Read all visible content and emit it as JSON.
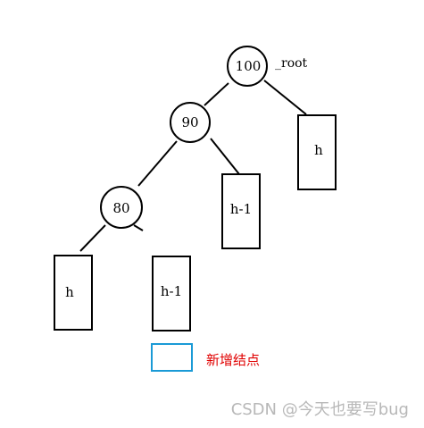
{
  "nodes": {
    "root": {
      "value": "100",
      "label": "_root"
    },
    "left": {
      "value": "90"
    },
    "left_left": {
      "value": "80"
    }
  },
  "subtrees": {
    "root_right": "h",
    "n90_right": "h-1",
    "n80_left": "h",
    "n80_right": "h-1"
  },
  "legend": {
    "new_node_label": "新增结点",
    "new_node_color": "#1a9ad6",
    "label_color": "#e00000"
  },
  "watermark": "CSDN @今天也要写bug"
}
